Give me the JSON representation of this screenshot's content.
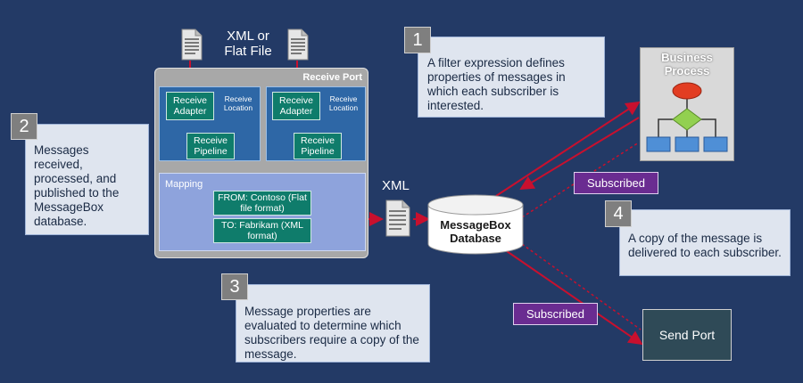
{
  "input_label": "XML or\nFlat File",
  "receive_port": {
    "title": "Receive Port",
    "locations": [
      {
        "adapter": "Receive\nAdapter",
        "location": "Receive\nLocation",
        "pipeline": "Receive\nPipeline"
      },
      {
        "adapter": "Receive\nAdapter",
        "location": "Receive\nLocation",
        "pipeline": "Receive\nPipeline"
      }
    ],
    "mapping": {
      "title": "Mapping",
      "from": "FROM: Contoso (Flat file format)",
      "to": "TO: Fabrikam (XML format)"
    }
  },
  "xml_label": "XML",
  "messagebox": "MessageBox\nDatabase",
  "business_process": "Business\nProcess",
  "send_port": "Send Port",
  "subscribed_labels": [
    "Subscribed",
    "Subscribed"
  ],
  "callouts": [
    {
      "number": "1",
      "text": "A filter expression defines properties of messages in which each subscriber is interested."
    },
    {
      "number": "2",
      "text": "Messages received, processed, and published to the MessageBox database."
    },
    {
      "number": "3",
      "text": "Message properties are evaluated to determine which subscribers require a copy of the message."
    },
    {
      "number": "4",
      "text": "A copy of the message is delivered to each subscriber."
    }
  ],
  "colors": {
    "background": "#233a66",
    "arrow": "#c8102e",
    "adapter": "#0f7c6b",
    "subscribed": "#6a2c91"
  }
}
